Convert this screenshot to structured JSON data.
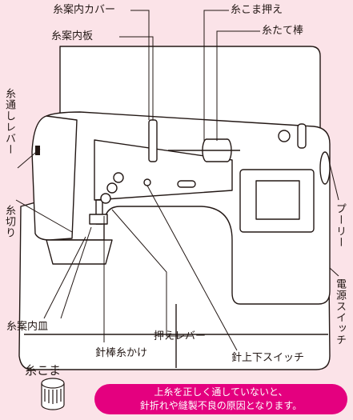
{
  "labels": {
    "thread_guide_cover": "糸案内カバー",
    "thread_guide_plate": "糸案内板",
    "spool_cap": "糸こま押え",
    "spool_pin": "糸たて棒",
    "threading_lever": "糸通しレバー",
    "thread_cutter": "糸切り",
    "pulley": "プーリー",
    "power_switch": "電源スイッチ",
    "thread_guide_dish": "糸案内皿",
    "presser_lever": "押えレバー",
    "needle_bar_thread_guide": "針棒糸かけ",
    "needle_position_button": "針上下スイッチ",
    "spool": "糸こま"
  },
  "warning": {
    "line1": "上糸を正しく通していないと、",
    "line2": "針折れや縫製不良の原因となります。"
  },
  "colors": {
    "background": "#fbe3e8",
    "line": "#231815",
    "machine": "#ffffff",
    "warning_bg": "#e4007f"
  }
}
